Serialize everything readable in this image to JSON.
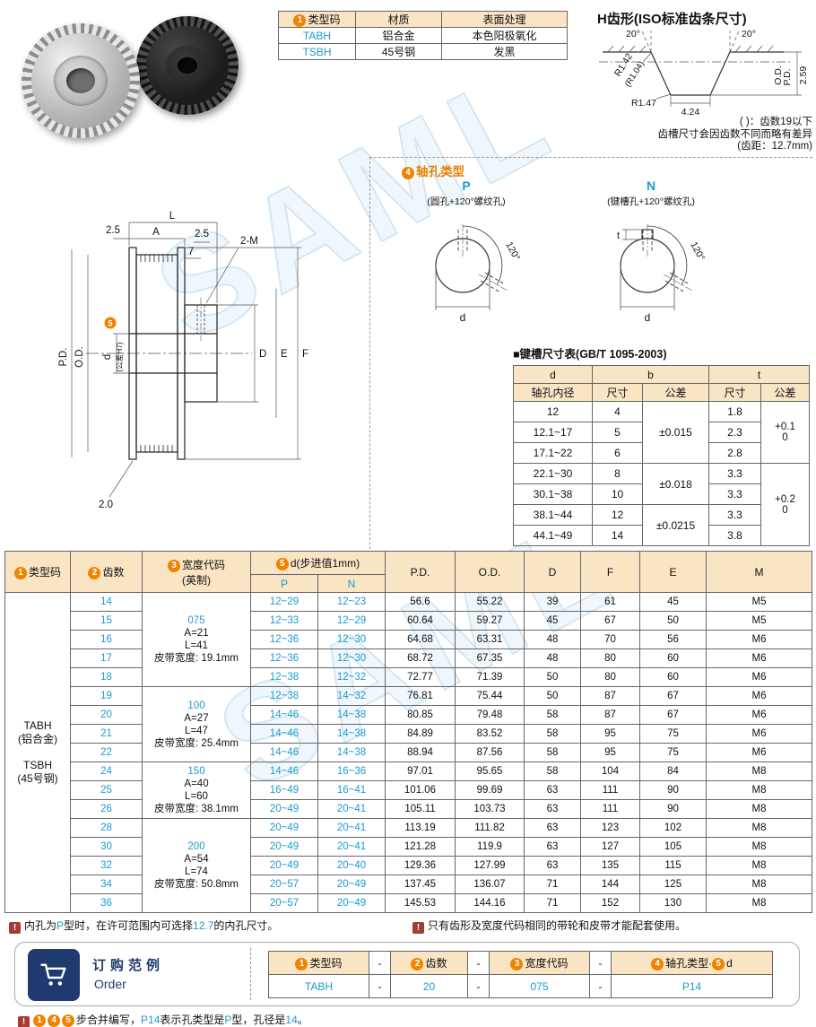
{
  "circles": {
    "c1": "1",
    "c2": "2",
    "c3": "3",
    "c4": "4",
    "c5": "5"
  },
  "ui": {
    "note_icon": "!"
  },
  "watermark": "SAML",
  "material_table": {
    "h_code": "类型码",
    "h_material": "材质",
    "h_finish": "表面处理",
    "rows": [
      {
        "code": "TABH",
        "material": "铝合金",
        "finish": "本色阳极氧化"
      },
      {
        "code": "TSBH",
        "material": "45号钢",
        "finish": "发黑"
      }
    ]
  },
  "tooth": {
    "title": "H齿形(ISO标准齿条尺寸)",
    "angle_left": "20°",
    "angle_right": "20°",
    "r_flank": "R1.42",
    "r_flank_alt": "(R1.04)",
    "r_root": "R1.47",
    "dim_width": "4.24",
    "dim_height": "2.59",
    "od_label": "O.D.",
    "pd_label": "P.D.",
    "note1": "( )：齿数19以下",
    "note2": "齿槽尺寸会因齿数不同而略有差异",
    "note3": "(齿距：12.7mm)"
  },
  "drawing": {
    "dim_L": "L",
    "dim_A": "A",
    "dim_25a": "2.5",
    "dim_25b": "2.5",
    "dim_7": "7",
    "dim_tap": "2-M",
    "dim_PD": "P.D.",
    "dim_OD": "O.D.",
    "dim_bore": "d",
    "dim_bore_tol": "(公差H7)",
    "dim_D": "D",
    "dim_E": "E",
    "dim_F": "F",
    "dim_flange": "2.0"
  },
  "shaft": {
    "title": "轴孔类型",
    "p_label": "P",
    "p_desc": "(圆孔+120°螺纹孔)",
    "p_angle": "120°",
    "p_dim": "d",
    "n_label": "N",
    "n_desc": "(键槽孔+120°螺纹孔)",
    "n_angle": "120°",
    "n_dim": "d",
    "n_t": "t"
  },
  "keyway": {
    "title": "■键槽尺寸表(GB/T 1095-2003)",
    "h_d": "d",
    "h_bore": "轴孔内径",
    "h_b": "b",
    "h_t": "t",
    "h_size": "尺寸",
    "h_tol": "公差",
    "h_size2": "尺寸",
    "h_tol2": "公差",
    "rows": [
      {
        "d": "12",
        "b": "4",
        "t": "1.8"
      },
      {
        "d": "12.1~17",
        "b": "5",
        "t": "2.3"
      },
      {
        "d": "17.1~22",
        "b": "6",
        "t": "2.8"
      },
      {
        "d": "22.1~30",
        "b": "8",
        "t": "3.3"
      },
      {
        "d": "30.1~38",
        "b": "10",
        "t": "3.3"
      },
      {
        "d": "38.1~44",
        "b": "12",
        "t": "3.3"
      },
      {
        "d": "44.1~49",
        "b": "14",
        "t": "3.8"
      }
    ],
    "b_tol1": "±0.015",
    "b_tol2": "±0.018",
    "b_tol3": "±0.0215",
    "t_tol1a": "+0.1",
    "t_tol1b": "0",
    "t_tol2a": "+0.2",
    "t_tol2b": "0"
  },
  "main": {
    "h_type": "类型码",
    "h_teeth": "齿数",
    "h_width": "宽度代码",
    "h_width_sub": "(英制)",
    "h_d": "d(步进值1mm)",
    "h_p": "P",
    "h_n": "N",
    "h_pd": "P.D.",
    "h_od": "O.D.",
    "h_D": "D",
    "h_F": "F",
    "h_E": "E",
    "h_M": "M",
    "type_1": "TABH",
    "type_2": "(铝合金)",
    "type_3": "TSBH",
    "type_4": "(45号钢)",
    "widths": [
      {
        "code": "075",
        "a": "A=21",
        "l": "L=41",
        "belt": "皮带宽度: 19.1mm"
      },
      {
        "code": "100",
        "a": "A=27",
        "l": "L=47",
        "belt": "皮带宽度: 25.4mm"
      },
      {
        "code": "150",
        "a": "A=40",
        "l": "L=60",
        "belt": "皮带宽度: 38.1mm"
      },
      {
        "code": "200",
        "a": "A=54",
        "l": "L=74",
        "belt": "皮带宽度: 50.8mm"
      }
    ],
    "rows": [
      {
        "t": "14",
        "p": "12~29",
        "n": "12~23",
        "pd": "56.6",
        "od": "55.22",
        "d": "39",
        "f": "61",
        "e": "45",
        "m": "M5"
      },
      {
        "t": "15",
        "p": "12~33",
        "n": "12~29",
        "pd": "60.64",
        "od": "59.27",
        "d": "45",
        "f": "67",
        "e": "50",
        "m": "M5"
      },
      {
        "t": "16",
        "p": "12~36",
        "n": "12~30",
        "pd": "64.68",
        "od": "63.31",
        "d": "48",
        "f": "70",
        "e": "56",
        "m": "M6"
      },
      {
        "t": "17",
        "p": "12~36",
        "n": "12~30",
        "pd": "68.72",
        "od": "67.35",
        "d": "48",
        "f": "80",
        "e": "60",
        "m": "M6"
      },
      {
        "t": "18",
        "p": "12~38",
        "n": "12~32",
        "pd": "72.77",
        "od": "71.39",
        "d": "50",
        "f": "80",
        "e": "60",
        "m": "M6"
      },
      {
        "t": "19",
        "p": "12~38",
        "n": "14~32",
        "pd": "76.81",
        "od": "75.44",
        "d": "50",
        "f": "87",
        "e": "67",
        "m": "M6"
      },
      {
        "t": "20",
        "p": "14~46",
        "n": "14~38",
        "pd": "80.85",
        "od": "79.48",
        "d": "58",
        "f": "87",
        "e": "67",
        "m": "M6"
      },
      {
        "t": "21",
        "p": "14~46",
        "n": "14~38",
        "pd": "84.89",
        "od": "83.52",
        "d": "58",
        "f": "95",
        "e": "75",
        "m": "M6"
      },
      {
        "t": "22",
        "p": "14~46",
        "n": "14~38",
        "pd": "88.94",
        "od": "87.56",
        "d": "58",
        "f": "95",
        "e": "75",
        "m": "M6"
      },
      {
        "t": "24",
        "p": "14~46",
        "n": "16~36",
        "pd": "97.01",
        "od": "95.65",
        "d": "58",
        "f": "104",
        "e": "84",
        "m": "M8"
      },
      {
        "t": "25",
        "p": "16~49",
        "n": "16~41",
        "pd": "101.06",
        "od": "99.69",
        "d": "63",
        "f": "111",
        "e": "90",
        "m": "M8"
      },
      {
        "t": "26",
        "p": "20~49",
        "n": "20~41",
        "pd": "105.11",
        "od": "103.73",
        "d": "63",
        "f": "111",
        "e": "90",
        "m": "M8"
      },
      {
        "t": "28",
        "p": "20~49",
        "n": "20~41",
        "pd": "113.19",
        "od": "111.82",
        "d": "63",
        "f": "123",
        "e": "102",
        "m": "M8"
      },
      {
        "t": "30",
        "p": "20~49",
        "n": "20~41",
        "pd": "121.28",
        "od": "119.9",
        "d": "63",
        "f": "127",
        "e": "105",
        "m": "M8"
      },
      {
        "t": "32",
        "p": "20~49",
        "n": "20~40",
        "pd": "129.36",
        "od": "127.99",
        "d": "63",
        "f": "135",
        "e": "115",
        "m": "M8"
      },
      {
        "t": "34",
        "p": "20~57",
        "n": "20~49",
        "pd": "137.45",
        "od": "136.07",
        "d": "71",
        "f": "144",
        "e": "125",
        "m": "M8"
      },
      {
        "t": "36",
        "p": "20~57",
        "n": "20~49",
        "pd": "145.53",
        "od": "144.16",
        "d": "71",
        "f": "152",
        "e": "130",
        "m": "M8"
      }
    ]
  },
  "notes": {
    "n1a": "内孔为",
    "n1b": "P",
    "n1c": "型时，在许可范围内可选择",
    "n1d": "12.7",
    "n1e": "的内孔尺寸。",
    "n2": "只有齿形及宽度代码相同的带轮和皮带才能配套使用。"
  },
  "order": {
    "title": "订购范例",
    "subtitle": "Order",
    "dash": "-",
    "h1": "类型码",
    "h2": "齿数",
    "h3": "宽度代码",
    "h4a": "轴孔类型·",
    "h4b": "d",
    "v1": "TABH",
    "v2": "20",
    "v3": "075",
    "v4": "P14",
    "note_pre": "步合并编写，",
    "note_p14": "P14",
    "note_m1": "表示孔类型是",
    "note_p": "P",
    "note_m2": "型，孔径是",
    "note_d": "14",
    "note_end": "。"
  }
}
